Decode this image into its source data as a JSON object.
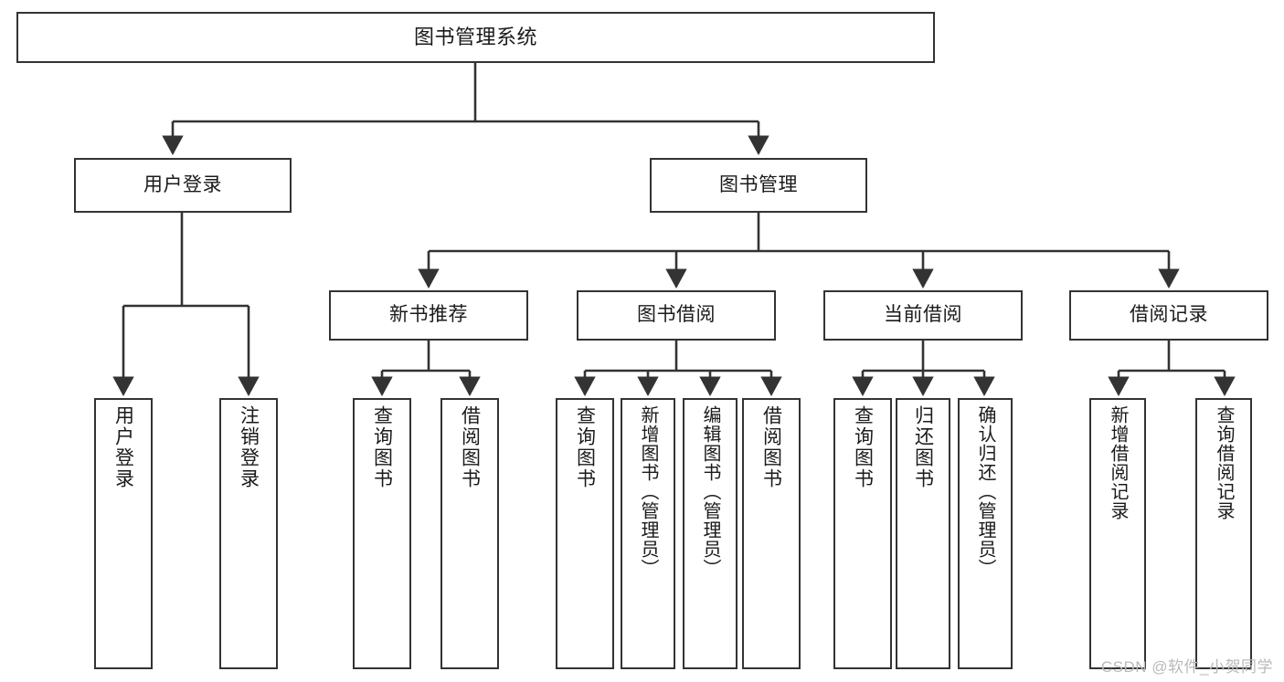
{
  "diagram": {
    "title": "图书管理系统",
    "type": "tree",
    "watermark": "CSDN @软件_小贺同学",
    "colors": {
      "box_border": "#333333",
      "box_fill": "#ffffff",
      "edge": "#333333",
      "text": "#1a1a1a",
      "watermark": "#b9b9b9"
    },
    "nodes": {
      "root": {
        "label": "图书管理系统"
      },
      "level2": [
        {
          "id": "user-login",
          "label": "用户登录"
        },
        {
          "id": "book-management",
          "label": "图书管理"
        }
      ],
      "level3": [
        {
          "id": "new-book-recommend",
          "label": "新书推荐"
        },
        {
          "id": "book-borrow",
          "label": "图书借阅"
        },
        {
          "id": "current-borrow",
          "label": "当前借阅"
        },
        {
          "id": "borrow-record",
          "label": "借阅记录"
        }
      ],
      "leaves": {
        "user-login": [
          {
            "id": "leaf-user-login",
            "label": "用户登录"
          },
          {
            "id": "leaf-logout",
            "label": "注销登录"
          }
        ],
        "new-book-recommend": [
          {
            "id": "leaf-query-book-1",
            "label": "查询图书"
          },
          {
            "id": "leaf-borrow-book-1",
            "label": "借阅图书"
          }
        ],
        "book-borrow": [
          {
            "id": "leaf-query-book-2",
            "label": "查询图书"
          },
          {
            "id": "leaf-add-book",
            "label": "新增图书（管理员）"
          },
          {
            "id": "leaf-edit-book",
            "label": "编辑图书（管理员）"
          },
          {
            "id": "leaf-borrow-book-2",
            "label": "借阅图书"
          }
        ],
        "current-borrow": [
          {
            "id": "leaf-query-book-3",
            "label": "查询图书"
          },
          {
            "id": "leaf-return-book",
            "label": "归还图书"
          },
          {
            "id": "leaf-confirm-return",
            "label": "确认归还（管理员）"
          }
        ],
        "borrow-record": [
          {
            "id": "leaf-add-record",
            "label": "新增借阅记录"
          },
          {
            "id": "leaf-query-record",
            "label": "查询借阅记录"
          }
        ]
      }
    }
  }
}
